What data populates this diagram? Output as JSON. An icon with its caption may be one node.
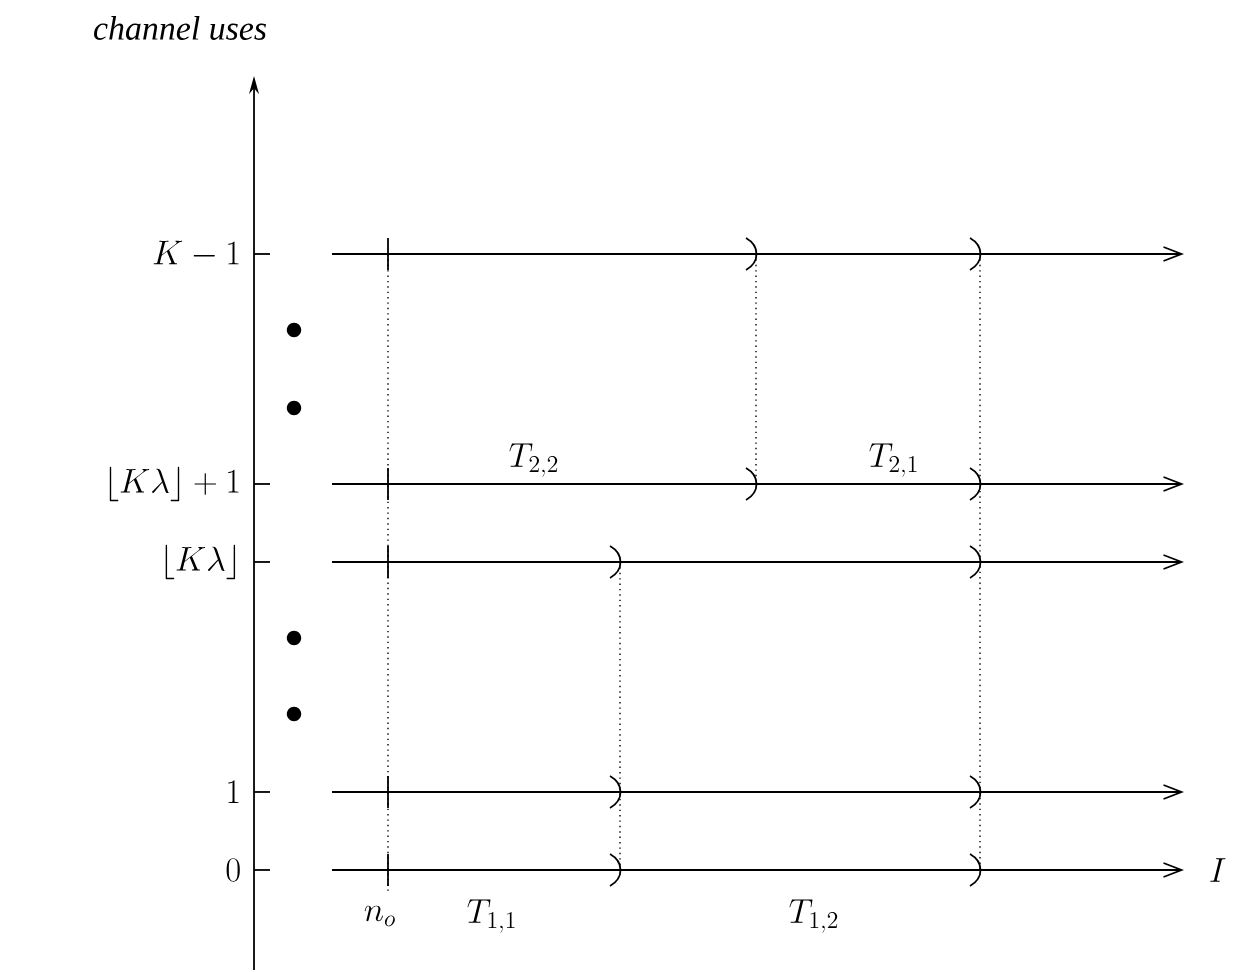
{
  "diagram": {
    "labels": [
      "channel uses",
      "K-1",
      "\\lfloor K\\lambda \\rfloor +1",
      "\\lfloor K\\lambda \\rfloor",
      "1",
      "0",
      "T_{2,2}",
      "T_{2,1}",
      "n_o",
      "T_{1,1}",
      "T_{1,2}",
      "I"
    ]
  }
}
